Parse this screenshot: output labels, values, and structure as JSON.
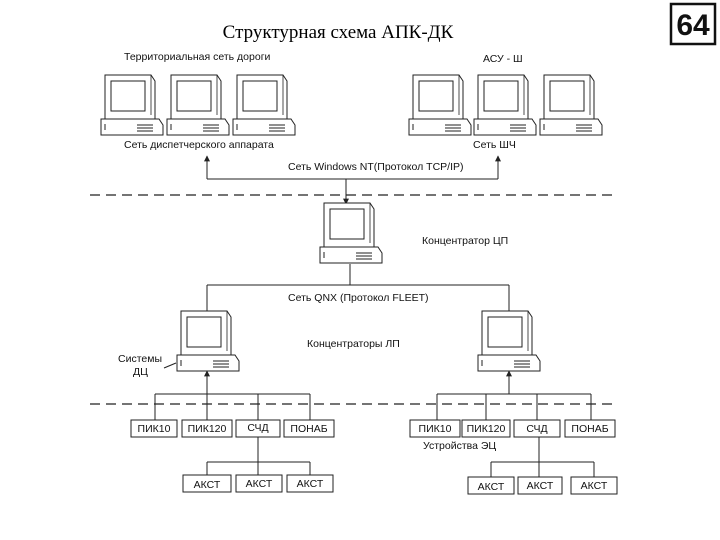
{
  "title": "Структурная схема АПК-ДК",
  "page_number": "64",
  "labels": {
    "territorial_network": "Территориальная сеть дороги",
    "asu_sh": "АСУ - Ш",
    "dispatcher_network": "Сеть диспетчерского аппарата",
    "shch_network": "Сеть ШЧ",
    "windows_network": "Сеть Windows NT(Протокол TCP/IP)",
    "concentrator_cp": "Концентратор ЦП",
    "qnx_network": "Сеть QNX (Протокол FLEET)",
    "concentrators_lp": "Концентраторы ЛП",
    "systems_dc": "Системы ДЦ",
    "ec_devices": "Устройства ЭЦ"
  },
  "left_devices": [
    "ПИК10",
    "ПИК120",
    "СЧД",
    "ПОНАБ"
  ],
  "left_akst": [
    "АКСТ",
    "АКСТ",
    "АКСТ"
  ],
  "right_devices": [
    "ПИК10",
    "ПИК120",
    "СЧД",
    "ПОНАБ"
  ],
  "right_akst": [
    "АКСТ",
    "АКСТ",
    "АКСТ"
  ]
}
